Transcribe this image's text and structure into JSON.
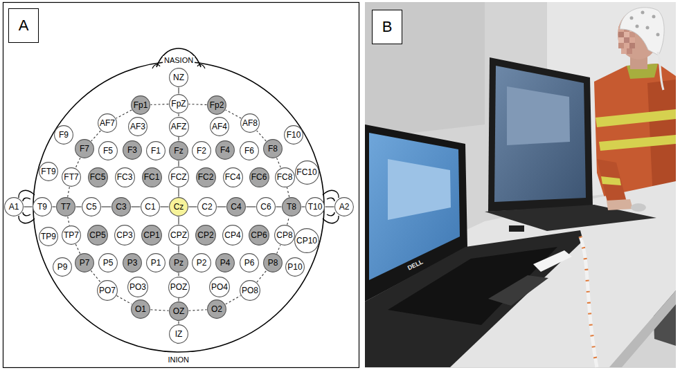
{
  "diagram": {
    "nodes": [
      {
        "text": [
          "A"
        ]
      },
      {
        "text": [
          "NZ"
        ]
      },
      {
        "text": [
          "Fp1"
        ]
      },
      {
        "text": [
          "FpZ"
        ]
      },
      {
        "text": [
          "Fp2"
        ]
      },
      {
        "text": [
          "AF7"
        ]
      },
      {
        "text": [
          "AF3"
        ]
      },
      {
        "text": [
          "AFZ"
        ]
      },
      {
        "text": [
          "AF4"
        ]
      },
      {
        "text": [
          "AF8"
        ]
      },
      {
        "text": [
          "F9"
        ]
      },
      {
        "text": [
          "F7"
        ]
      },
      {
        "text": [
          "F5"
        ]
      },
      {
        "text": [
          "F3"
        ]
      },
      {
        "text": [
          "F1"
        ]
      },
      {
        "text": [
          "Fz"
        ]
      },
      {
        "text": [
          "F2"
        ]
      },
      {
        "text": [
          "F4"
        ]
      },
      {
        "text": [
          "F6"
        ]
      },
      {
        "text": [
          "F8"
        ]
      },
      {
        "text": [
          "F10"
        ]
      },
      {
        "text": [
          "FT9"
        ]
      },
      {
        "text": [
          "FT7"
        ]
      },
      {
        "text": [
          "FC5"
        ]
      },
      {
        "text": [
          "FC3"
        ]
      },
      {
        "text": [
          "FC1"
        ]
      },
      {
        "text": [
          "FCZ"
        ]
      },
      {
        "text": [
          "FC2"
        ]
      },
      {
        "text": [
          "FC4"
        ]
      },
      {
        "text": [
          "FC6"
        ]
      },
      {
        "text": [
          "FC8"
        ]
      },
      {
        "text": [
          "FC10"
        ]
      },
      {
        "text": [
          "A1"
        ]
      },
      {
        "text": [
          "T9"
        ]
      },
      {
        "text": [
          "T7"
        ]
      },
      {
        "text": [
          "C5"
        ]
      },
      {
        "text": [
          "C3"
        ]
      },
      {
        "text": [
          "C1"
        ]
      },
      {
        "text": [
          "Cz"
        ]
      },
      {
        "text": [
          "C2"
        ]
      },
      {
        "text": [
          "C4"
        ]
      },
      {
        "text": [
          "C6"
        ]
      },
      {
        "text": [
          "T8"
        ]
      },
      {
        "text": [
          "T10"
        ]
      },
      {
        "text": [
          "A2"
        ]
      },
      {
        "text": [
          "TP9"
        ]
      },
      {
        "text": [
          "TP7"
        ]
      },
      {
        "text": [
          "CP5"
        ]
      },
      {
        "text": [
          "CP3"
        ]
      },
      {
        "text": [
          "CP1"
        ]
      },
      {
        "text": [
          "CPZ"
        ]
      },
      {
        "text": [
          "CP2"
        ]
      },
      {
        "text": [
          "CP4"
        ]
      },
      {
        "text": [
          "CP6"
        ]
      },
      {
        "text": [
          "CP8"
        ]
      },
      {
        "text": [
          "CP10"
        ]
      },
      {
        "text": [
          "P9"
        ]
      },
      {
        "text": [
          "P7"
        ]
      },
      {
        "text": [
          "P5"
        ]
      },
      {
        "text": [
          "P3"
        ]
      },
      {
        "text": [
          "P1"
        ]
      },
      {
        "text": [
          "Pz"
        ]
      },
      {
        "text": [
          "P2"
        ]
      },
      {
        "text": [
          "P4"
        ]
      },
      {
        "text": [
          "P6"
        ]
      },
      {
        "text": [
          "P8"
        ]
      },
      {
        "text": [
          "P10"
        ]
      },
      {
        "text": [
          "PO7"
        ]
      },
      {
        "text": [
          "PO3"
        ]
      },
      {
        "text": [
          "POZ"
        ]
      },
      {
        "text": [
          "PO4"
        ]
      },
      {
        "text": [
          "PO8"
        ]
      },
      {
        "text": [
          "O1"
        ]
      },
      {
        "text": [
          "OZ"
        ]
      },
      {
        "text": [
          "O2"
        ]
      },
      {
        "text": [
          "IZ"
        ]
      },
      {
        "text": [
          "B"
        ]
      }
    ],
    "edges": [
      {
        "from": 1,
        "to": 3,
        "arrow": "none"
      },
      {
        "from": 3,
        "to": 7,
        "arrow": "none"
      },
      {
        "from": 7,
        "to": 15,
        "arrow": "none"
      },
      {
        "from": 15,
        "to": 26,
        "arrow": "none"
      },
      {
        "from": 26,
        "to": 38,
        "arrow": "none"
      },
      {
        "from": 38,
        "to": 50,
        "arrow": "none"
      },
      {
        "from": 50,
        "to": 61,
        "arrow": "none"
      },
      {
        "from": 61,
        "to": 69,
        "arrow": "none"
      },
      {
        "from": 69,
        "to": 73,
        "arrow": "none"
      },
      {
        "from": 73,
        "to": 75,
        "arrow": "none"
      },
      {
        "from": 32,
        "to": 33,
        "arrow": "none"
      },
      {
        "from": 33,
        "to": 34,
        "arrow": "none"
      },
      {
        "from": 34,
        "to": 35,
        "arrow": "none"
      },
      {
        "from": 35,
        "to": 36,
        "arrow": "none"
      },
      {
        "from": 36,
        "to": 37,
        "arrow": "none"
      },
      {
        "from": 37,
        "to": 38,
        "arrow": "none"
      },
      {
        "from": 38,
        "to": 39,
        "arrow": "none"
      },
      {
        "from": 39,
        "to": 40,
        "arrow": "none"
      },
      {
        "from": 40,
        "to": 41,
        "arrow": "none"
      },
      {
        "from": 41,
        "to": 42,
        "arrow": "none"
      },
      {
        "from": 42,
        "to": 43,
        "arrow": "none"
      },
      {
        "from": 43,
        "to": 44,
        "arrow": "none"
      },
      {
        "from": 3,
        "to": 2,
        "arrow": "none"
      },
      {
        "from": 2,
        "to": 5,
        "arrow": "none"
      },
      {
        "from": 5,
        "to": 11,
        "arrow": "none"
      },
      {
        "from": 11,
        "to": 22,
        "arrow": "none"
      },
      {
        "from": 22,
        "to": 34,
        "arrow": "none"
      },
      {
        "from": 34,
        "to": 46,
        "arrow": "none"
      },
      {
        "from": 46,
        "to": 57,
        "arrow": "none"
      },
      {
        "from": 57,
        "to": 67,
        "arrow": "none"
      },
      {
        "from": 67,
        "to": 72,
        "arrow": "none"
      },
      {
        "from": 72,
        "to": 73,
        "arrow": "none"
      },
      {
        "from": 73,
        "to": 74,
        "arrow": "none"
      },
      {
        "from": 74,
        "to": 71,
        "arrow": "none"
      },
      {
        "from": 71,
        "to": 65,
        "arrow": "none"
      },
      {
        "from": 65,
        "to": 54,
        "arrow": "none"
      },
      {
        "from": 54,
        "to": 42,
        "arrow": "none"
      },
      {
        "from": 42,
        "to": 30,
        "arrow": "none"
      },
      {
        "from": 30,
        "to": 19,
        "arrow": "none"
      },
      {
        "from": 19,
        "to": 9,
        "arrow": "none"
      },
      {
        "from": 9,
        "to": 4,
        "arrow": "none"
      },
      {
        "from": 4,
        "to": 3,
        "arrow": "none"
      }
    ],
    "labels": [
      "NASION",
      "INION",
      "DELL"
    ]
  }
}
